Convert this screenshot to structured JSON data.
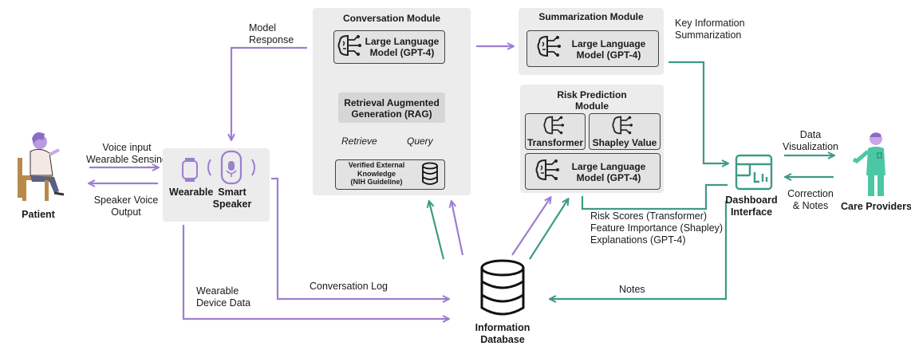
{
  "colors": {
    "purple": "#9b7fd0",
    "teal": "#3d9a86",
    "panel": "#ececec",
    "box": "#e3e3e3"
  },
  "patient": {
    "label": "Patient"
  },
  "device": {
    "wearable_label": "Wearable",
    "speaker_label_1": "Smart",
    "speaker_label_2": "Speaker"
  },
  "conversation": {
    "title": "Conversation  Module",
    "llm_1": "Large Language",
    "llm_2": "Model (GPT-4)",
    "rag_1": "Retrieval Augmented",
    "rag_2": "Generation (RAG)",
    "retrieve": "Retrieve",
    "query": "Query",
    "knowledge_1": "Verified External",
    "knowledge_2": "Knowledge",
    "knowledge_3": "(NIH Guideline)"
  },
  "summarization": {
    "title": "Summarization  Module",
    "llm_1": "Large Language",
    "llm_2": "Model (GPT-4)"
  },
  "risk": {
    "title_1": "Risk Prediction",
    "title_2": "Module",
    "transformer": "Transformer",
    "shapley": "Shapley Value",
    "llm_1": "Large Language",
    "llm_2": "Model (GPT-4)"
  },
  "dashboard": {
    "label_1": "Dashboard",
    "label_2": "Interface"
  },
  "care": {
    "label": "Care Providers"
  },
  "database": {
    "label_1": "Information",
    "label_2": "Database"
  },
  "flows": {
    "model_response_1": "Model",
    "model_response_2": "Response",
    "voice_input_1": "Voice input",
    "voice_input_2": "Wearable Sensing",
    "speaker_output_1": "Speaker Voice",
    "speaker_output_2": "Output",
    "key_info_1": "Key Information",
    "key_info_2": "Summarization",
    "data_vis_1": "Data",
    "data_vis_2": "Visualization",
    "correction_1": "Correction",
    "correction_2": "& Notes",
    "risk_out_1": "Risk Scores (Transformer)",
    "risk_out_2": "Feature Importance (Shapley)",
    "risk_out_3": "Explanations (GPT-4)",
    "conversation_log": "Conversation Log",
    "wearable_data_1": "Wearable",
    "wearable_data_2": "Device Data",
    "notes": "Notes"
  }
}
